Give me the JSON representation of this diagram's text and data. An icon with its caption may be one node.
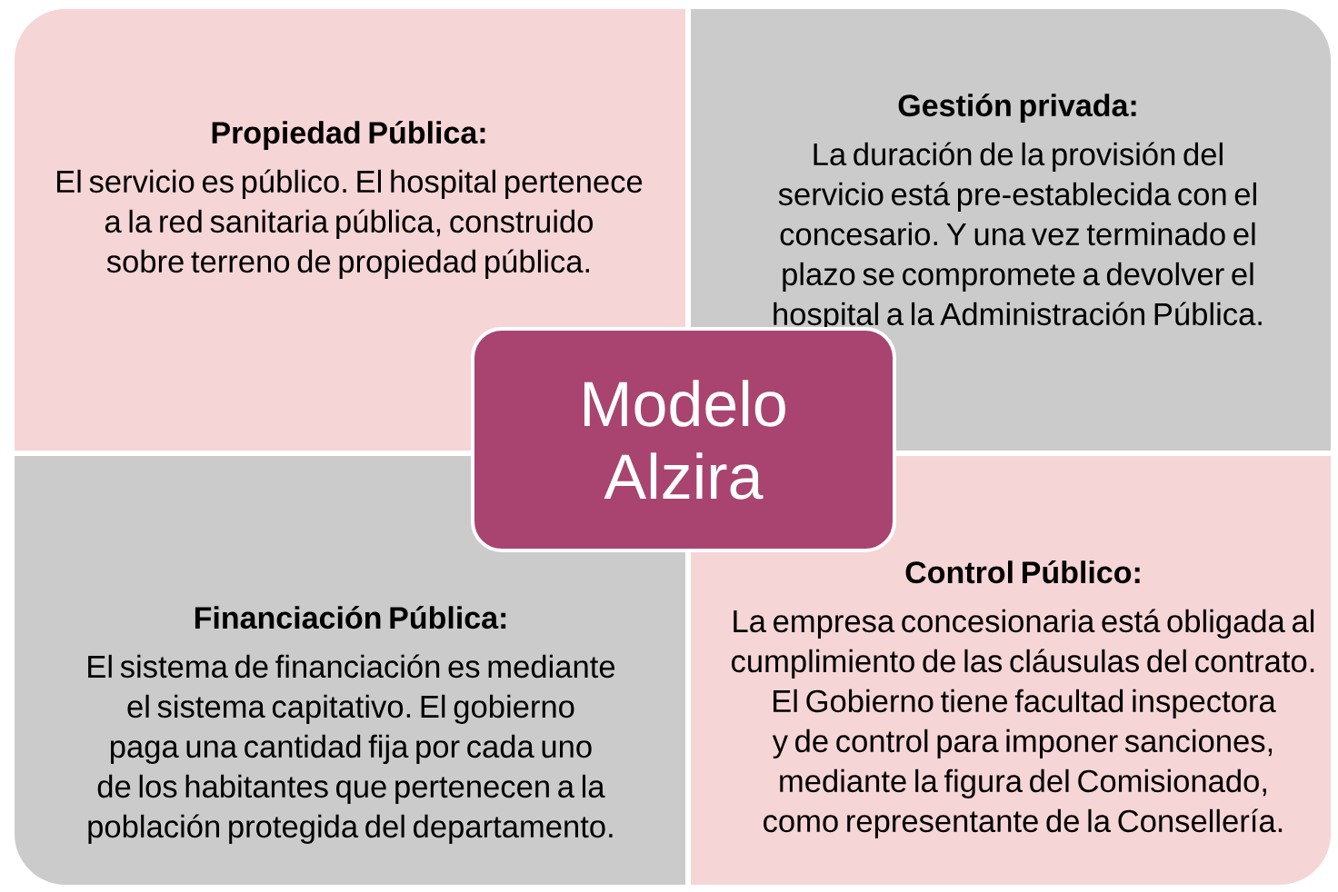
{
  "diagram": {
    "nodes": [
      {
        "text": [
          "Propiedad Pública:",
          "El servicio es público. El hospital pertenece a la red sanitaria pública, construido sobre terreno de propiedad pública."
        ]
      },
      {
        "text": [
          "Gestión privada:",
          "La duración de la provisión del servicio está pre-establecida con el concesario.  Y una vez terminado el plazo se compromete a devolver el hospital a la Administración Pública."
        ]
      },
      {
        "text": [
          "Modelo Alzira"
        ]
      },
      {
        "text": [
          "Financiación Pública:",
          "El sistema de financiación es mediante el sistema capitativo. El gobierno paga una cantidad fija por cada uno de los habitantes que pertenecen a la población protegida del departamento."
        ]
      },
      {
        "text": [
          "Control Público:",
          "La empresa concesionaria está obligada al cumplimiento de las cláusulas del contrato. El Gobierno tiene facultad inspectora y de control para imponer sanciones, mediante la figura del Comisionado, como representante de la Consellería."
        ]
      }
    ]
  }
}
